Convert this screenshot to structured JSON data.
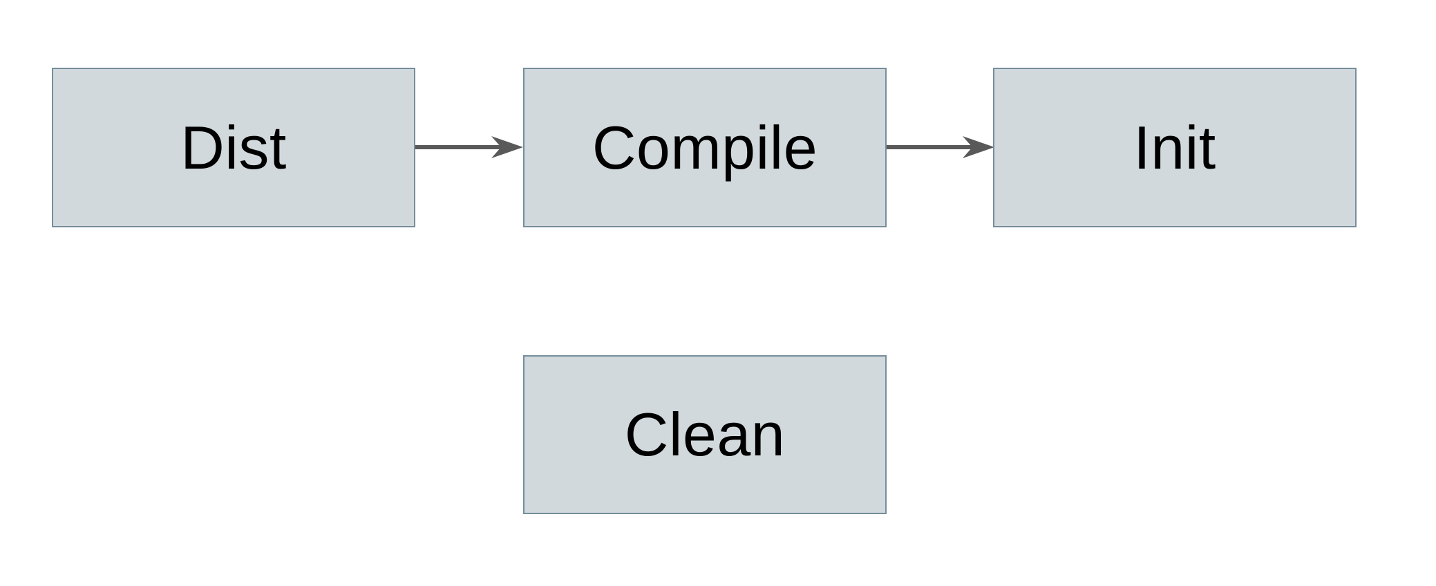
{
  "diagram": {
    "nodes": [
      {
        "id": "dist",
        "label": "Dist"
      },
      {
        "id": "compile",
        "label": "Compile"
      },
      {
        "id": "init",
        "label": "Init"
      },
      {
        "id": "clean",
        "label": "Clean"
      }
    ],
    "edges": [
      {
        "from": "Dist",
        "to": "Compile",
        "direction": "right",
        "style": "solid-arrow"
      },
      {
        "from": "Compile",
        "to": "Init",
        "direction": "right",
        "style": "solid-arrow"
      }
    ]
  },
  "colors": {
    "node_fill": "#d2d9dc",
    "node_border": "#758d9b",
    "arrow": "#595959",
    "text": "#000000",
    "background": "#ffffff"
  }
}
